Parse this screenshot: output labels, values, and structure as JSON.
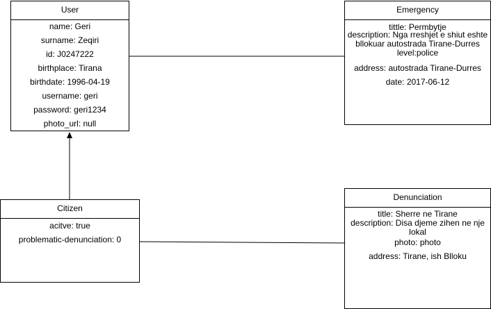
{
  "user": {
    "title": "User",
    "fields": [
      "name: Geri",
      "surname: Zeqiri",
      "id: J0247222",
      "birthplace: Tirana",
      "birthdate: 1996-04-19",
      "username: geri",
      "password: geri1234",
      "photo_url: null"
    ]
  },
  "emergency": {
    "title": "Emergency",
    "fields": [
      "tittle: Permbytje",
      "description: Nga rreshjet e shiut eshte bllokuar autostrada Tirane-Durres",
      "level:police",
      "address: autostrada Tirane-Durres",
      "date: 2017-06-12"
    ]
  },
  "citizen": {
    "title": "Citizen",
    "fields": [
      "acitve: true",
      "problematic-denunciation: 0"
    ]
  },
  "denunciation": {
    "title": "Denunciation",
    "fields": [
      "title: Sherre ne Tirane",
      "description: Disa djeme zihen ne nje lokal",
      "photo: photo",
      "address: Tirane, ish Blloku"
    ]
  },
  "colors": {
    "line": "#000000",
    "background": "#ffffff"
  }
}
